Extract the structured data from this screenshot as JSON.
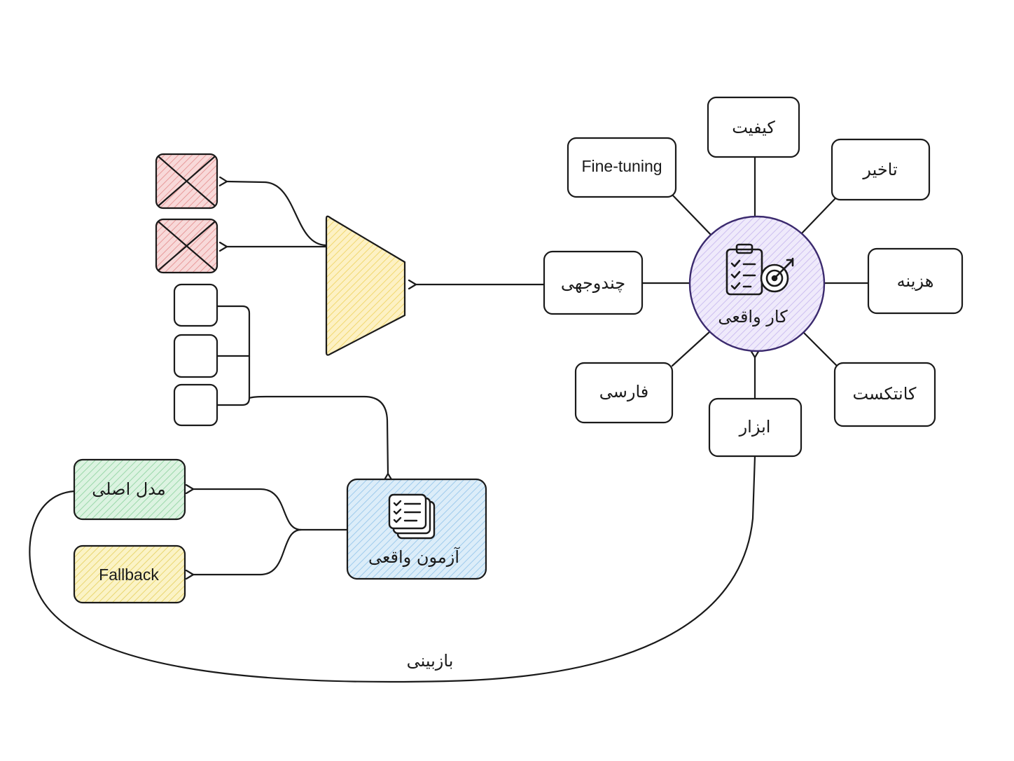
{
  "center": {
    "label": "کار واقعی"
  },
  "spokes": {
    "quality": "کیفیت",
    "finetuning": "Fine-tuning",
    "latency": "تاخیر",
    "multimodal": "چندوجهی",
    "cost": "هزینه",
    "persian": "فارسی",
    "context": "کانتکست",
    "tools": "ابزار"
  },
  "test_box": {
    "label": "آزمون واقعی"
  },
  "main_model": {
    "label": "مدل اصلی"
  },
  "fallback": {
    "label": "Fallback"
  },
  "review": {
    "label": "بازبینی"
  },
  "colors": {
    "center_fill": "#e9e2f8",
    "center_stroke": "#3b2a6e",
    "funnel": "#fbe9a6",
    "rejected": "#f5c6c6",
    "test_box": "#cfe6f7",
    "main_model": "#cdeed6",
    "fallback": "#f9efb0"
  },
  "icons": [
    "clipboard-target-icon",
    "checklist-stack-icon"
  ]
}
